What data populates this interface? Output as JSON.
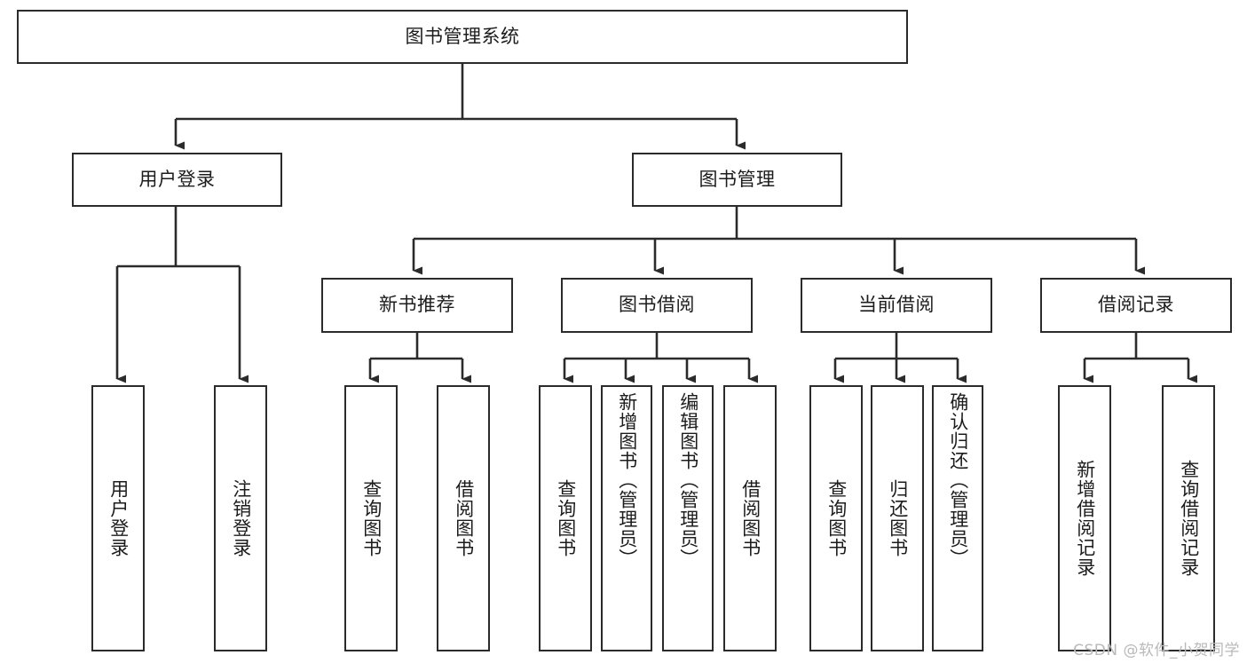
{
  "diagram": {
    "type": "tree-hierarchy",
    "title": "图书管理系统",
    "root": {
      "id": "root",
      "label": "图书管理系统",
      "orientation": "horizontal"
    },
    "level1": [
      {
        "id": "user-login",
        "label": "用户登录",
        "orientation": "horizontal"
      },
      {
        "id": "book-management",
        "label": "图书管理",
        "orientation": "horizontal"
      }
    ],
    "level2": [
      {
        "id": "new-book-recommend",
        "label": "新书推荐",
        "orientation": "horizontal",
        "parent": "book-management"
      },
      {
        "id": "book-borrow",
        "label": "图书借阅",
        "orientation": "horizontal",
        "parent": "book-management"
      },
      {
        "id": "current-borrow",
        "label": "当前借阅",
        "orientation": "horizontal",
        "parent": "book-management"
      },
      {
        "id": "borrow-record",
        "label": "借阅记录",
        "orientation": "horizontal",
        "parent": "book-management"
      }
    ],
    "leaves": [
      {
        "id": "leaf-user-login",
        "label": "用户登录",
        "orientation": "vertical",
        "parent": "user-login"
      },
      {
        "id": "leaf-logout-login",
        "label": "注销登录",
        "orientation": "vertical",
        "parent": "user-login"
      },
      {
        "id": "leaf-query-book-1",
        "label": "查询图书",
        "orientation": "vertical",
        "parent": "new-book-recommend"
      },
      {
        "id": "leaf-borrow-book-1",
        "label": "借阅图书",
        "orientation": "vertical",
        "parent": "new-book-recommend"
      },
      {
        "id": "leaf-query-book-2",
        "label": "查询图书",
        "orientation": "vertical",
        "parent": "book-borrow"
      },
      {
        "id": "leaf-add-book",
        "label": "新增图书（管理员）",
        "orientation": "vertical",
        "parent": "book-borrow"
      },
      {
        "id": "leaf-edit-book",
        "label": "编辑图书（管理员）",
        "orientation": "vertical",
        "parent": "book-borrow"
      },
      {
        "id": "leaf-borrow-book-2",
        "label": "借阅图书",
        "orientation": "vertical",
        "parent": "book-borrow"
      },
      {
        "id": "leaf-query-book-3",
        "label": "查询图书",
        "orientation": "vertical",
        "parent": "current-borrow"
      },
      {
        "id": "leaf-return-book",
        "label": "归还图书",
        "orientation": "vertical",
        "parent": "current-borrow"
      },
      {
        "id": "leaf-confirm-return",
        "label": "确认归还（管理员）",
        "orientation": "vertical",
        "parent": "current-borrow"
      },
      {
        "id": "leaf-add-record",
        "label": "新增借阅记录",
        "orientation": "vertical",
        "parent": "borrow-record"
      },
      {
        "id": "leaf-query-record",
        "label": "查询借阅记录",
        "orientation": "vertical",
        "parent": "borrow-record"
      }
    ],
    "colors": {
      "box_border": "#2b2b2b",
      "box_fill": "#ffffff",
      "text": "#1c1c1c",
      "connector": "#2b2b2b",
      "watermark": "#b9b9b9",
      "background": "#ffffff"
    }
  },
  "watermark": {
    "text": "CSDN @软件_小贺同学"
  }
}
